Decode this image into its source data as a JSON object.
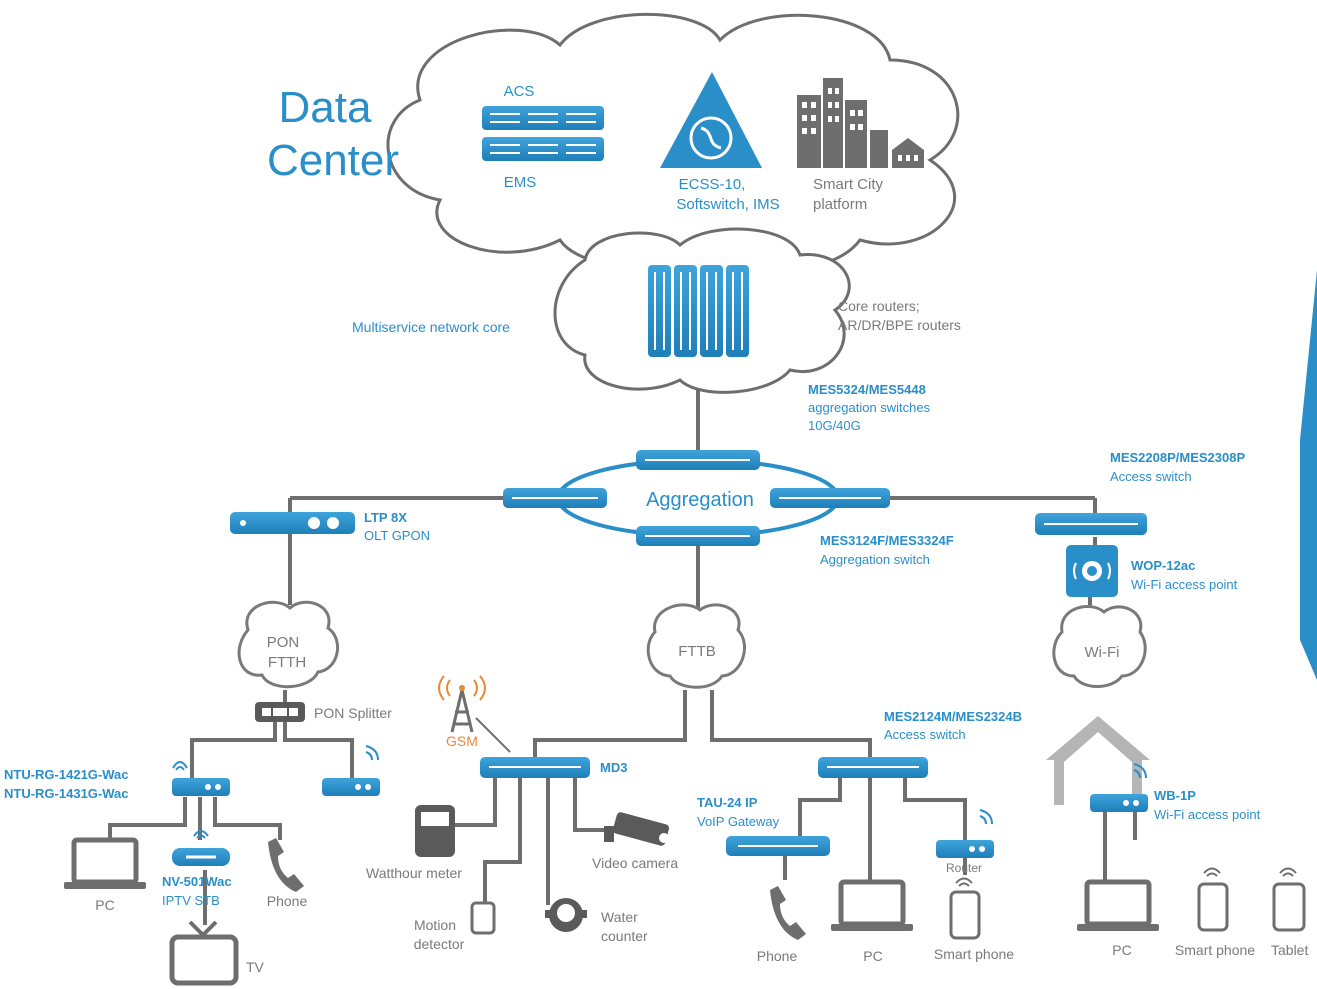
{
  "title": {
    "line1": "Data",
    "line2": "Center"
  },
  "data_center": {
    "acs": "ACS",
    "ems": "EMS",
    "ecss_line1": "ECSS-10,",
    "ecss_line2": "Softswitch, IMS",
    "smart_city_line1": "Smart City",
    "smart_city_line2": "platform"
  },
  "core": {
    "left_label": "Multiservice network core",
    "right_line1": "Core routers;",
    "right_line2": "AR/DR/BPE routers"
  },
  "aggregation_switches": {
    "model": "MES5324/MES5448",
    "desc_line1": "aggregation switches",
    "desc_line2": "10G/40G"
  },
  "aggregation": {
    "ring_label": "Aggregation",
    "switch_model": "MES3124F/MES3324F",
    "switch_desc": "Aggregation switch"
  },
  "ltp": {
    "model": "LTP 8X",
    "desc": "OLT GPON"
  },
  "access_top": {
    "model": "MES2208P/MES2308P",
    "desc": "Access switch"
  },
  "wop": {
    "model": "WOP-12ac",
    "desc": "Wi-Fi access point"
  },
  "clouds": {
    "pon_line1": "PON",
    "pon_line2": "FTTH",
    "fttb": "FTTB",
    "wifi": "Wi-Fi"
  },
  "pon_splitter": "PON Splitter",
  "ntu": {
    "line1": "NTU-RG-1421G-Wac",
    "line2": "NTU-RG-1431G-Wac"
  },
  "stb": {
    "model": "NV-501Wac",
    "desc": "IPTV STB"
  },
  "ftth_devices": {
    "pc": "PC",
    "phone": "Phone",
    "tv": "TV"
  },
  "gsm": "GSM",
  "md3": "MD3",
  "iot": {
    "watthour": "Watthour meter",
    "motion_line1": "Motion",
    "motion_line2": "detector",
    "water_line1": "Water",
    "water_line2": "counter",
    "video": "Video camera"
  },
  "access_mid": {
    "model": "MES2124M/MES2324B",
    "desc": "Access switch"
  },
  "tau": {
    "model": "TAU-24 IP",
    "desc": "VoIP Gateway"
  },
  "router_label": "Router",
  "fttb_devices": {
    "phone": "Phone",
    "pc": "PC",
    "smartphone": "Smart phone"
  },
  "wb": {
    "model": "WB-1P",
    "desc": "Wi-Fi access point"
  },
  "wifi_devices": {
    "pc": "PC",
    "smartphone": "Smart phone",
    "tablet": "Tablet"
  },
  "colors": {
    "brand_blue": "#2a8fc9",
    "gray": "#7a7a7a",
    "line": "#6e6e6e"
  }
}
